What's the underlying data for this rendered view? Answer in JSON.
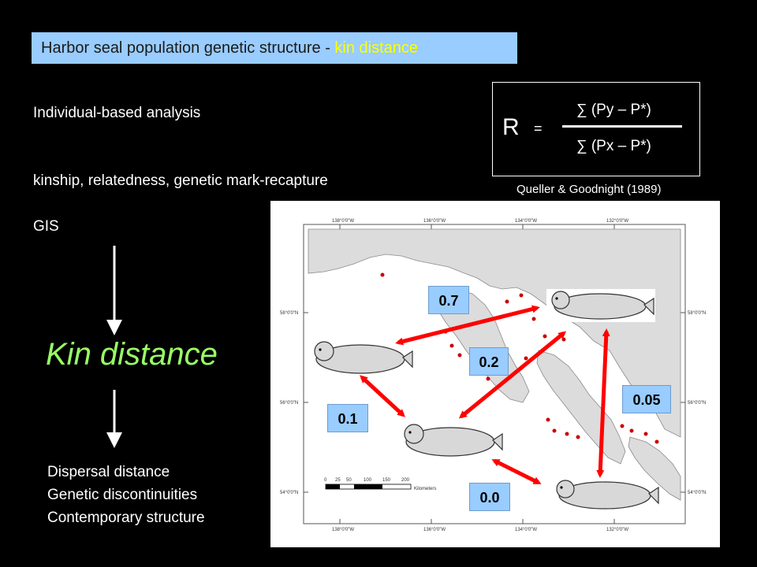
{
  "title": {
    "prefix": "Harbor seal population genetic structure - ",
    "highlight": "kin distance"
  },
  "text": {
    "individual": "Individual-based analysis",
    "kinship": "kinship, relatedness, genetic mark-recapture",
    "gis": "GIS",
    "kin_distance": "Kin distance"
  },
  "formula": {
    "lhs": "R",
    "equals": "=",
    "numerator": "∑ (Py – P*)",
    "denominator": "∑ (Px – P*)",
    "citation": "Queller & Goodnight (1989)"
  },
  "outcomes": [
    "Dispersal distance",
    "Genetic discontinuities",
    "Contemporary structure"
  ],
  "map": {
    "lon_labels": [
      "138°0'0\"W",
      "136°0'0\"W",
      "134°0'0\"W",
      "132°0'0\"W"
    ],
    "lat_labels": [
      "58°0'0\"N",
      "56°0'0\"N",
      "54°0'0\"N"
    ],
    "scale_ticks": [
      "0",
      "25",
      "50",
      "100",
      "150",
      "200"
    ],
    "scale_unit": "Kilometers"
  },
  "relatedness": {
    "r_07": "0.7",
    "r_02": "0.2",
    "r_01": "0.1",
    "r_005": "0.05",
    "r_00": "0.0"
  },
  "colors": {
    "title_bg": "#99ccff",
    "highlight": "#ffff00",
    "kin_green": "#99ff66",
    "arrow_red": "#ff0000",
    "label_bg": "#99ccff"
  }
}
